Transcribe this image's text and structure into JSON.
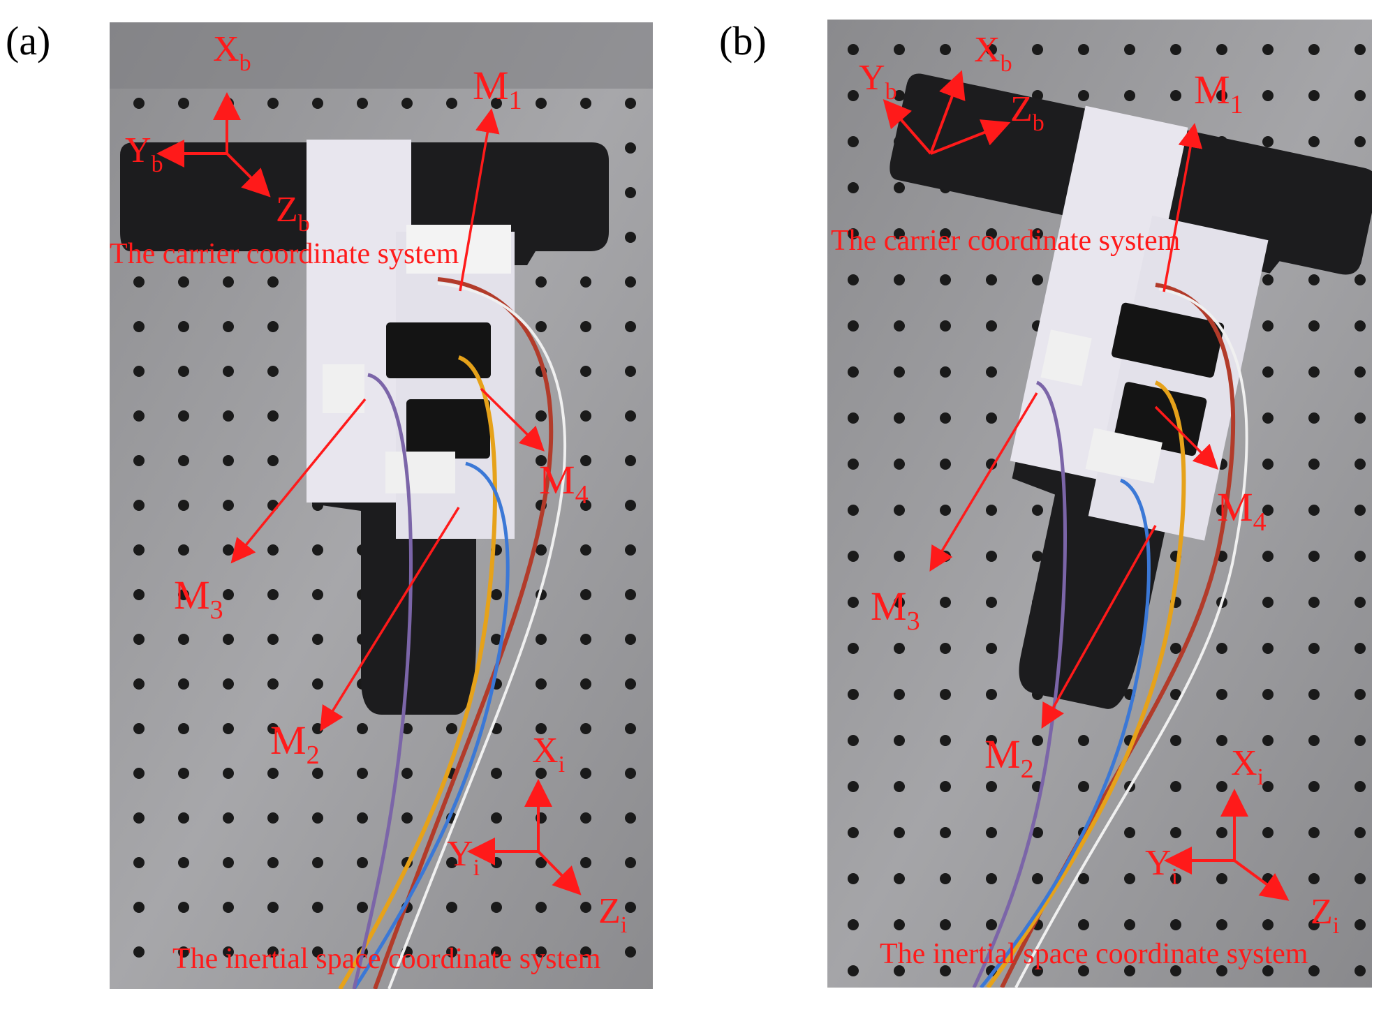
{
  "panels": [
    {
      "label": "(a)",
      "axes": {
        "carrier": {
          "x": "X",
          "x_sub": "b",
          "y": "Y",
          "y_sub": "b",
          "z": "Z",
          "z_sub": "b"
        },
        "inertial": {
          "x": "X",
          "x_sub": "i",
          "y": "Y",
          "y_sub": "i",
          "z": "Z",
          "z_sub": "i"
        }
      },
      "markers": [
        {
          "name": "M",
          "sub": "1"
        },
        {
          "name": "M",
          "sub": "2"
        },
        {
          "name": "M",
          "sub": "3"
        },
        {
          "name": "M",
          "sub": "4"
        }
      ],
      "carrier_caption": "The carrier coordinate system",
      "inertial_caption": "The inertial space coordinate system"
    },
    {
      "label": "(b)",
      "axes": {
        "carrier": {
          "x": "X",
          "x_sub": "b",
          "y": "Y",
          "y_sub": "b",
          "z": "Z",
          "z_sub": "b"
        },
        "inertial": {
          "x": "X",
          "x_sub": "i",
          "y": "Y",
          "y_sub": "i",
          "z": "Z",
          "z_sub": "i"
        }
      },
      "markers": [
        {
          "name": "M",
          "sub": "1"
        },
        {
          "name": "M",
          "sub": "2"
        },
        {
          "name": "M",
          "sub": "3"
        },
        {
          "name": "M",
          "sub": "4"
        }
      ],
      "carrier_caption": "The carrier coordinate system",
      "inertial_caption": "The inertial space coordinate system"
    }
  ],
  "colors": {
    "annotation": "#ff1a1a",
    "plate": "#9a9a9c",
    "bracket": "#1c1c1e",
    "paper": "#e8e6ee"
  }
}
